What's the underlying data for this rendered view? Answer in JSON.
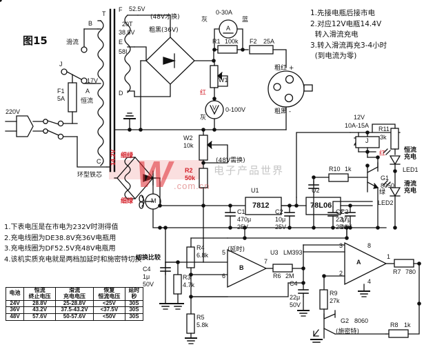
{
  "figure": {
    "title": "图15"
  },
  "transformer": {
    "core_label": "环型铁芯",
    "primary_voltage": "220V",
    "fuse1": "F1",
    "fuse1_rating": "5A",
    "relay_contact": "J",
    "tap_a": "A",
    "tap_a_voltage": "17V",
    "tap_c": "C",
    "tap_b": "B",
    "tap_t": "T",
    "tap_d": "D",
    "tap_e": "E",
    "tap_f": "F",
    "float_label": "滑流",
    "constant_label": "恒流",
    "f_voltage": "52.5V",
    "f_note": "(48V才换)",
    "turns_20": "20T",
    "v_38_8": "38.8V",
    "thick_black_36v": "粗黑(36V)",
    "turns_58": "58I",
    "aux_voltage": "14.2V",
    "thin_green_top": "细绿",
    "thin_green_bottom": "细绿"
  },
  "meters": {
    "ammeter_symbol": "A",
    "ammeter_range": "0-30A",
    "ammeter_left_wire": "灰",
    "ammeter_right_wire": "蓝",
    "voltmeter_symbol": "V",
    "voltmeter_range": "0-100V",
    "voltmeter_top_wire": "红",
    "voltmeter_bottom_wire": "灰"
  },
  "components": {
    "r1": "R1",
    "r1_val": "100k",
    "w1": "W1",
    "f2": "F2",
    "f2_val": "25A",
    "w2": "W2",
    "w2_val": "10k",
    "r2": "R2",
    "r2_val": "50k",
    "r4": "R4",
    "r4_val": "6.8k",
    "r3": "R3",
    "r3_val": "4.7k",
    "r5": "R5",
    "r5_val": "5.8k",
    "r6": "R6",
    "r6_val": "2M",
    "r7": "R7",
    "r7_val": "780",
    "r8": "R8",
    "r8_val": "1k",
    "r9": "R9",
    "r9_val": "27k",
    "r10": "R10",
    "r10_val": "1k",
    "r11": "R11",
    "r11_val": "3k",
    "c1": "C1",
    "c1_val": "470μ",
    "c1_volt": "25V",
    "c2a": "C2",
    "c2a_val": "10μ",
    "c2a_volt": "25V",
    "c2b": "C2",
    "c2b_val": "22μ",
    "c2b_volt": "25V",
    "c2c": "C2",
    "c2c_val": "17μ",
    "c2c_volt": "16V",
    "c4a": "C4",
    "c4a_val": "1μ",
    "c4a_volt": "50V",
    "c4b": "C4",
    "c4b_val": "22μ",
    "c4b_volt": "50V",
    "u1": "U1",
    "u1_part": "7812",
    "u2": "U2",
    "u2_part": "78L06",
    "u3": "U3",
    "u3_part": "LM393",
    "g1": "G1",
    "g1_part": "8050",
    "g2": "G2",
    "g2_part": "8060",
    "motor": "M",
    "need_swap_note": "(48V需换)",
    "relay_label": "J",
    "relay_supply": "12V",
    "relay_current": "10A-15A"
  },
  "opamp": {
    "delay_label": "(延时)",
    "schmitt_label": "(施密特)",
    "compare_label": "切换比较",
    "stage_b": "B",
    "stage_a": "A",
    "pin5": "5",
    "pin6": "6",
    "pin7": "7",
    "pin3": "3",
    "pin2": "2",
    "pin1": "1",
    "pin8": "8",
    "pin4": "4"
  },
  "leds": {
    "led1_name": "LED1",
    "led1_color_cn": "红",
    "led1_text": "恒流充电",
    "led2_name": "LED2",
    "led2_color_cn": "绿",
    "led2_text": "滑流充电"
  },
  "connector": {
    "positive": "粗红 +",
    "negative": "粗黑 -"
  },
  "notes_right": "1.先接电瓶后接市电\n2.对应12V电瓶14.4V\n  转入滑流充电\n3.转入滑流再充3-4小时\n  (到电流为零)",
  "notes_bottom": "1.下表电压是在市电为232V时测得值\n2.充电线圈为DE38.8V充36V电瓶用\n3.充电线圈为DF52.5V充48V电瓶用\n4.该机实质充电就是两档加延时和施密特切换",
  "table": {
    "headers": [
      "电池",
      "恒流\n终止电压",
      "滑流\n充电电压",
      "恢复\n恒流电压",
      "延时\n秒"
    ],
    "rows": [
      [
        "24V",
        "28.8V",
        "25-28.8V",
        "<25V",
        "30S"
      ],
      [
        "36V",
        "43.2V",
        "37.5-43.2V",
        "<37.5V",
        "30S"
      ],
      [
        "48V",
        "57.6V",
        "50-57.6V",
        "<50V",
        "30S"
      ]
    ]
  },
  "watermark": {
    "letter": "W",
    "site": "电子产品世界",
    "domain": ".com.cn"
  },
  "colors": {
    "line": "#111111",
    "red": "#d4212a",
    "bg": "#ffffff"
  }
}
